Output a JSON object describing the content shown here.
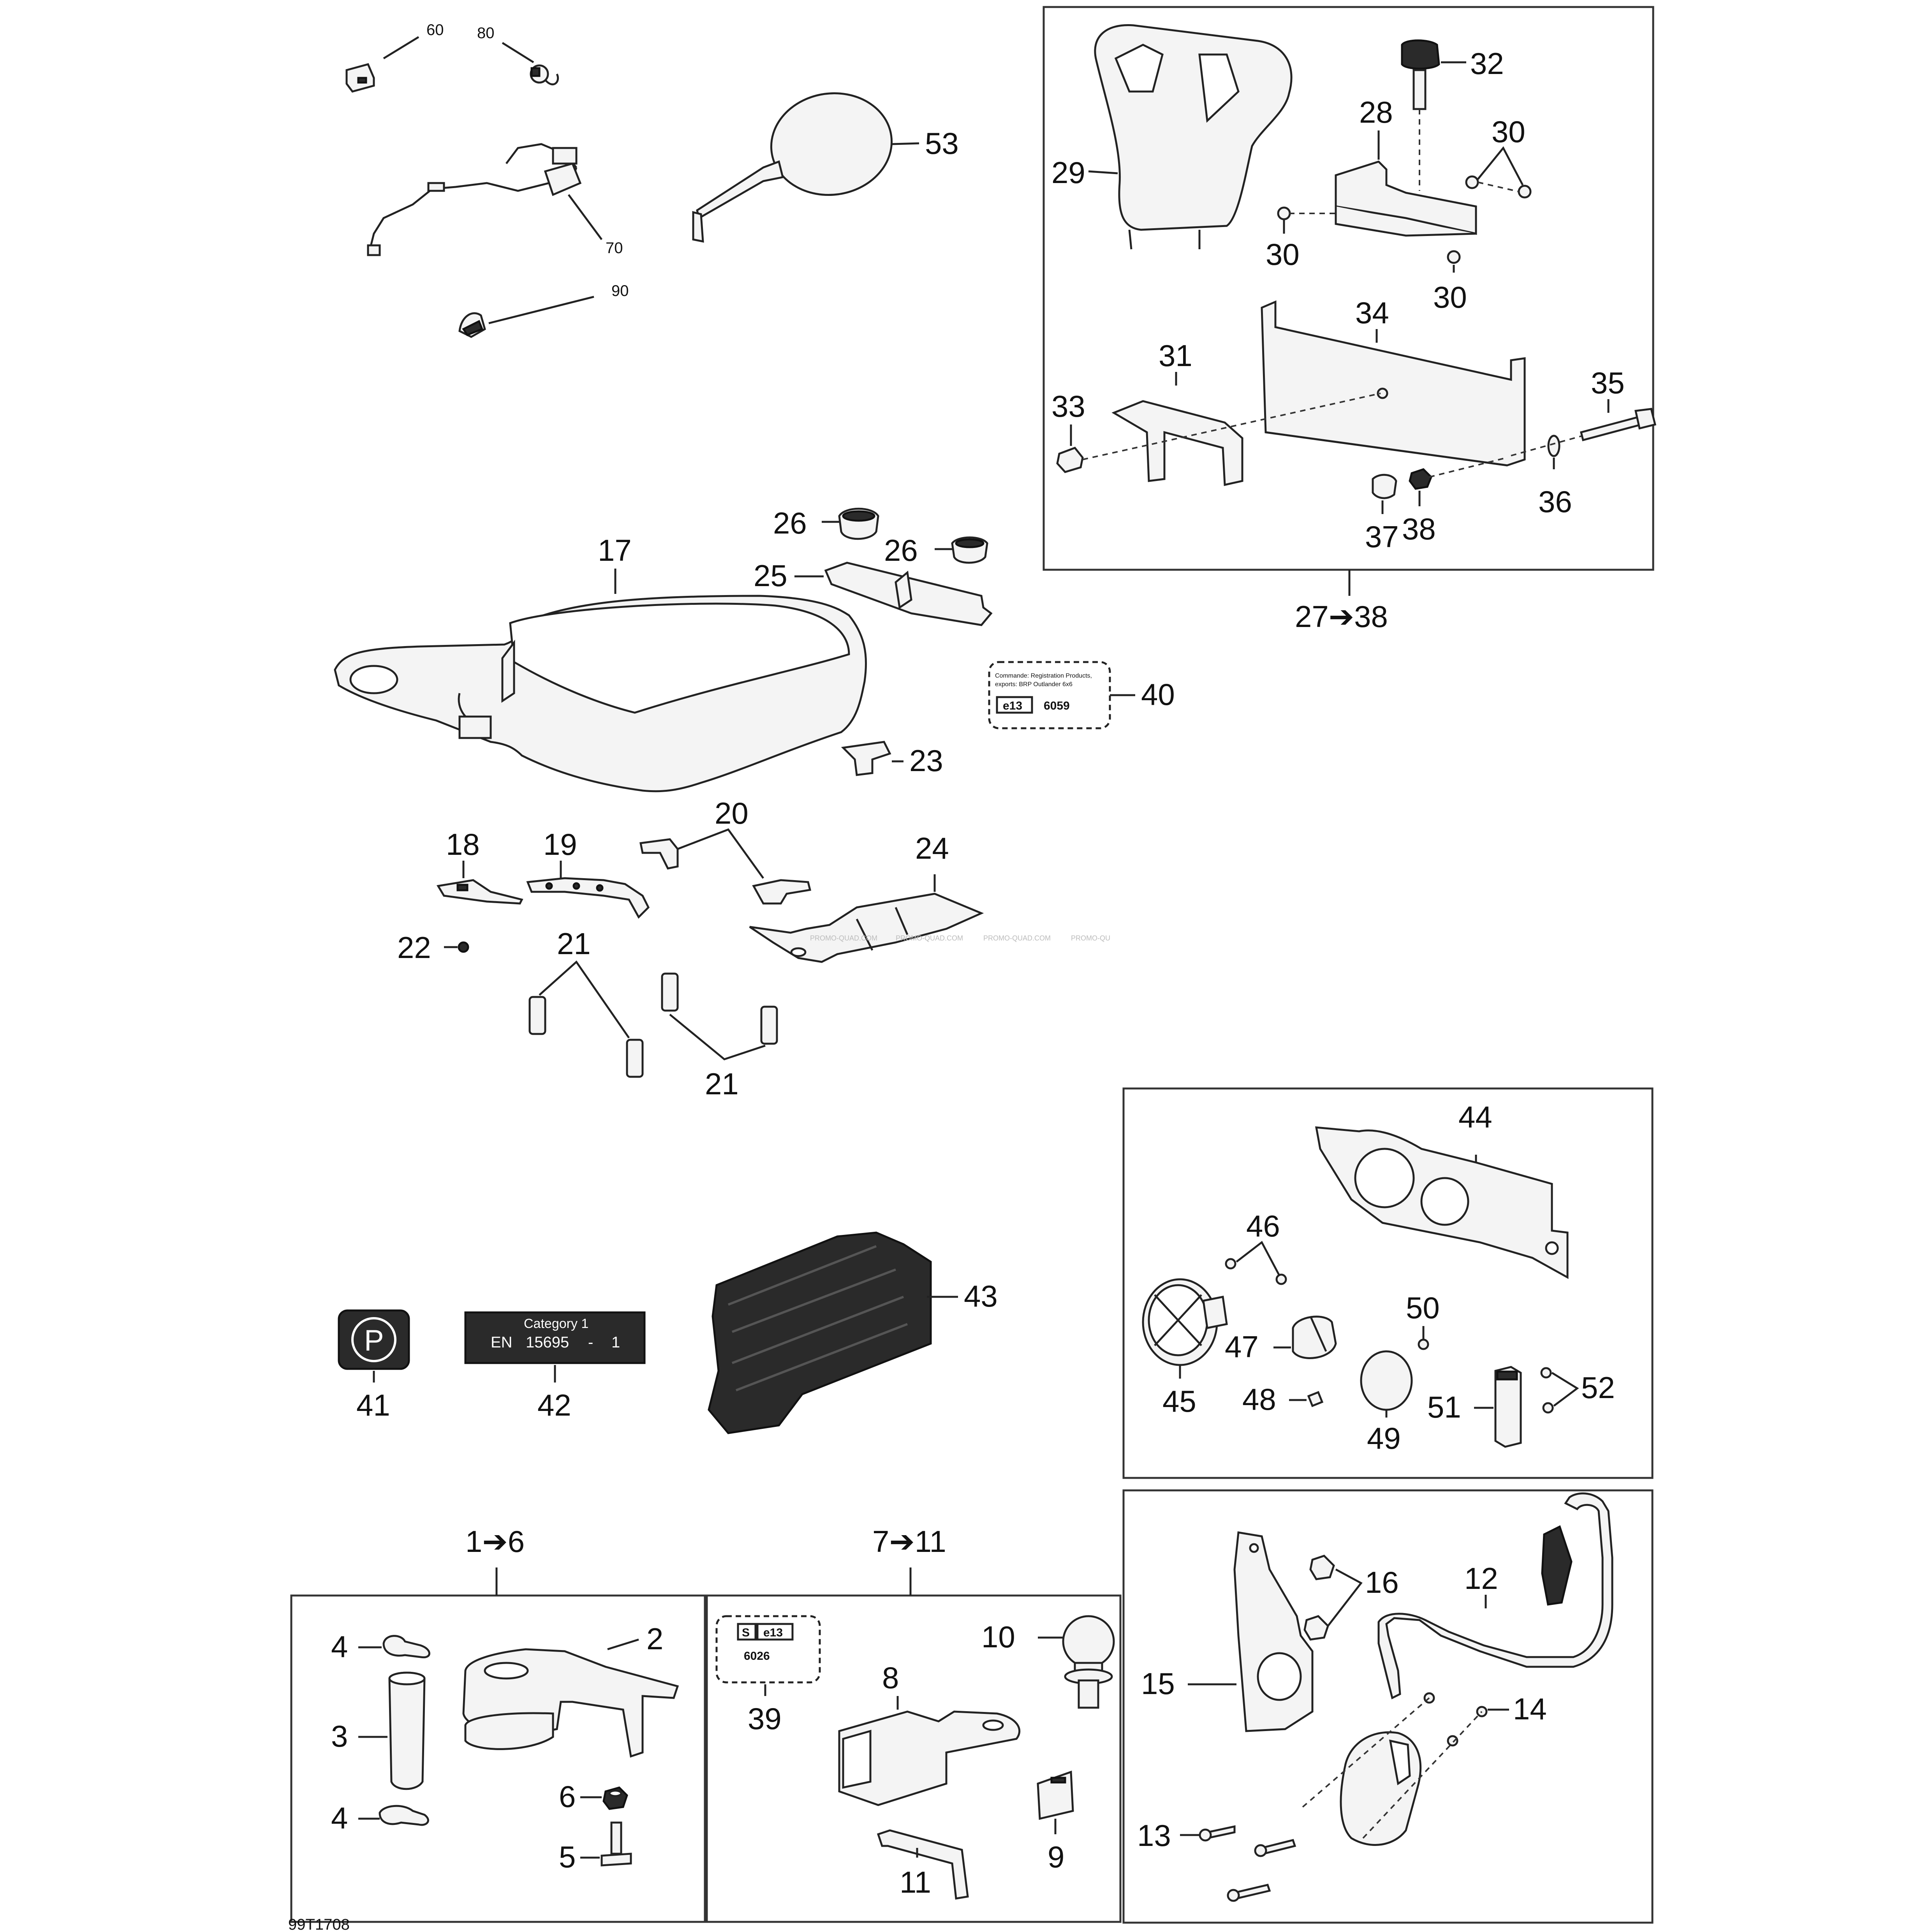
{
  "diagram_code": "99T1708",
  "callouts": {
    "c60": "60",
    "c80": "80",
    "c70": "70",
    "c90": "90",
    "c53": "53",
    "c29": "29",
    "c32": "32",
    "c28": "28",
    "c30a": "30",
    "c30b": "30",
    "c30c": "30",
    "c31": "31",
    "c34": "34",
    "c33": "33",
    "c35": "35",
    "c36": "36",
    "c37": "37",
    "c38": "38",
    "c27_38": "27➔38",
    "c26a": "26",
    "c26b": "26",
    "c25": "25",
    "c17": "17",
    "c40": "40",
    "c23": "23",
    "c18": "18",
    "c19": "19",
    "c20": "20",
    "c24": "24",
    "c22": "22",
    "c21a": "21",
    "c21b": "21",
    "c44": "44",
    "c46": "46",
    "c45": "45",
    "c47": "47",
    "c48": "48",
    "c49": "49",
    "c50": "50",
    "c51": "51",
    "c52": "52",
    "c41": "41",
    "c42": "42",
    "c43": "43",
    "c1_6": "1➔6",
    "c7_11": "7➔11",
    "c4a": "4",
    "c4b": "4",
    "c2": "2",
    "c3": "3",
    "c6": "6",
    "c5": "5",
    "c39": "39",
    "c10": "10",
    "c8": "8",
    "c9": "9",
    "c11": "11",
    "c15": "15",
    "c16": "16",
    "c12": "12",
    "c14": "14",
    "c13": "13"
  },
  "decals": {
    "d40_line1": "Commande: Registration Products,",
    "d40_line2": "exports: BRP Outlander 6x6",
    "d40_mark": "e13",
    "d40_num": "6059",
    "d42_line1": "Category 1",
    "d42_en": "EN",
    "d42_num": "15695",
    "d42_dash": "-",
    "d42_one": "1",
    "d41_symbol": "P",
    "d39_s": "S",
    "d39_mark": "e13",
    "d39_num": "6026"
  },
  "watermarks": [
    "PROMO-QUAD.COM",
    "PROMO-QUAD.COM",
    "PROMO-QUAD.COM",
    "PROMO-QU"
  ]
}
